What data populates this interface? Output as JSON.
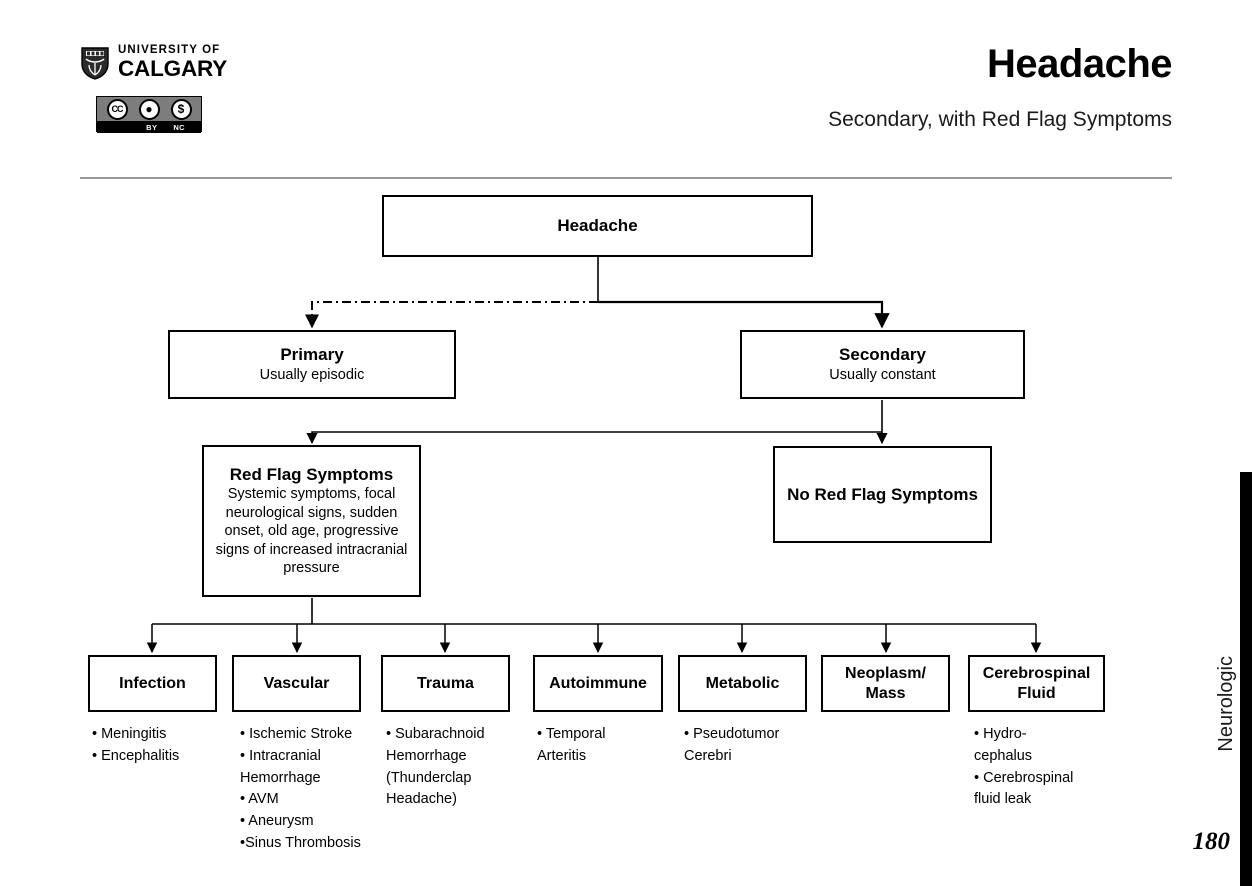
{
  "header": {
    "institution_line1": "UNIVERSITY OF",
    "institution_line2": "CALGARY",
    "shield_icon": "university-shield-icon",
    "license": {
      "cc_icon": "creative-commons-icon",
      "by_icon": "attribution-person-icon",
      "nc_icon": "non-commercial-icon",
      "by_label": "BY",
      "nc_label": "NC"
    },
    "title": "Headache",
    "subtitle": "Secondary, with Red Flag Symptoms"
  },
  "flowchart": {
    "root": {
      "title": "Headache"
    },
    "primary": {
      "title": "Primary",
      "subtitle": "Usually episodic",
      "edge_style": "dash-dot"
    },
    "secondary": {
      "title": "Secondary",
      "subtitle": "Usually constant",
      "edge_style": "solid"
    },
    "red_flag": {
      "title": "Red Flag Symptoms",
      "body": "Systemic symptoms, focal neurological signs, sudden onset, old age, progressive signs of increased intracranial pressure"
    },
    "no_red_flag": {
      "title": "No Red Flag Symptoms"
    },
    "categories": [
      {
        "label": "Infection",
        "items": [
          "• Meningitis",
          "• Encephalitis"
        ]
      },
      {
        "label": "Vascular",
        "items": [
          "• Ischemic Stroke",
          "• Intracranial\nHemorrhage",
          "• AVM",
          "• Aneurysm",
          "•Sinus Thrombosis"
        ]
      },
      {
        "label": "Trauma",
        "items": [
          "• Subarachnoid\nHemorrhage\n(Thunderclap\nHeadache)"
        ]
      },
      {
        "label": "Autoimmune",
        "items": [
          "• Temporal\nArteritis"
        ]
      },
      {
        "label": "Metabolic",
        "items": [
          "• Pseudotumor\nCerebri"
        ]
      },
      {
        "label": "Neoplasm/ Mass",
        "items": []
      },
      {
        "label": "Cerebrospinal Fluid",
        "items": [
          "• Hydro-\ncephalus",
          "• Cerebrospinal\nfluid leak"
        ]
      }
    ]
  },
  "sidebar": {
    "section_label": "Neurologic",
    "page_number": "180"
  },
  "colors": {
    "ink": "#000000",
    "divider": "#9a9a9a",
    "license_bg": "#7d7d7d"
  }
}
